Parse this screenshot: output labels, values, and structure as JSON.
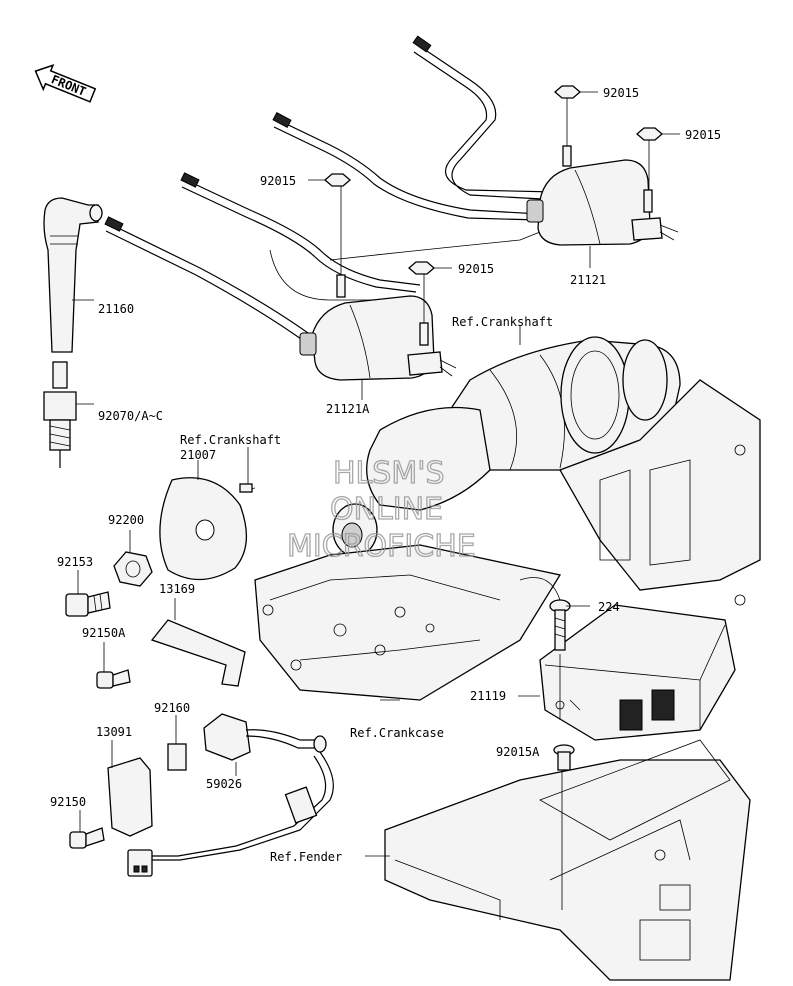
{
  "front_label": "FRONT",
  "watermark": [
    "HLSM'S",
    "ONLINE",
    "MICROFICHE"
  ],
  "labels": {
    "l_92015_a": "92015",
    "l_92015_b": "92015",
    "l_92015_c": "92015",
    "l_92015_d": "92015",
    "l_21121": "21121",
    "l_21121a": "21121A",
    "l_21160": "21160",
    "l_92070": "92070/A~C",
    "l_ref_crank_1": "Ref.Crankshaft",
    "l_ref_crank_2": "Ref.Crankshaft",
    "l_21007": "21007",
    "l_92200": "92200",
    "l_92153": "92153",
    "l_13169": "13169",
    "l_92150a": "92150A",
    "l_224": "224",
    "l_21119": "21119",
    "l_ref_crankcase": "Ref.Crankcase",
    "l_92160": "92160",
    "l_13091": "13091",
    "l_92015a": "92015A",
    "l_59026": "59026",
    "l_92150": "92150",
    "l_ref_fender": "Ref.Fender"
  }
}
